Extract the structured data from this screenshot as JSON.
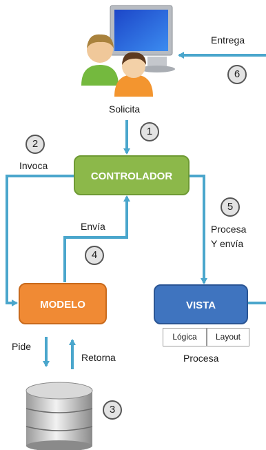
{
  "labels": {
    "entrega": "Entrega",
    "solicita": "Solicita",
    "invoca": "Invoca",
    "envia": "Envía",
    "procesa_y_envia_1": "Procesa",
    "procesa_y_envia_2": "Y envía",
    "pide": "Pide",
    "retorna": "Retorna",
    "procesa": "Procesa"
  },
  "steps": [
    "1",
    "2",
    "3",
    "4",
    "5",
    "6"
  ],
  "boxes": {
    "controlador": "CONTROLADOR",
    "modelo": "MODELO",
    "vista": "VISTA",
    "vista_sub": [
      "Lógica",
      "Layout"
    ]
  },
  "colors": {
    "controlador": "#8cb84a",
    "modelo": "#f08a34",
    "vista": "#3f74bf",
    "arrow": "#4aa6cc"
  },
  "icons": [
    "users-computer-icon",
    "database-icon"
  ]
}
